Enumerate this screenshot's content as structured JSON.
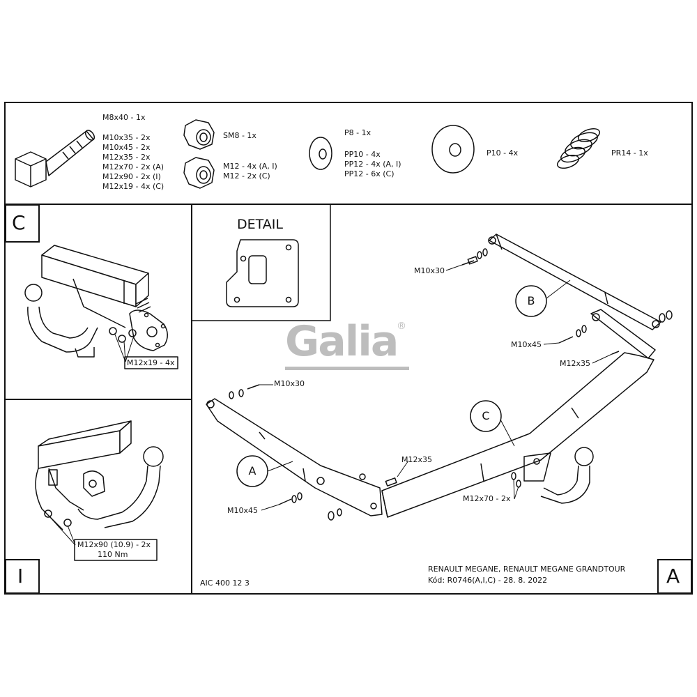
{
  "hardware": {
    "bolt": [
      "M8x40 - 1x",
      "M10x35 - 2x",
      "M10x45 - 2x",
      "M12x35 - 2x",
      "M12x70 - 2x (A)",
      "M12x90 - 2x (I)",
      "M12x19 - 4x (C)"
    ],
    "nut_sm8": "SM8 - 1x",
    "nut_m12": [
      "M12 - 4x (A, I)",
      "M12 - 2x (C)"
    ],
    "washer_p8": [
      "P8 - 1x",
      "PP10 - 4x",
      "PP12 - 4x (A, I)",
      "PP12 - 6x (C)"
    ],
    "washer_p10": "P10 - 4x",
    "spring": "PR14 - 1x"
  },
  "panel_c": {
    "letter": "C",
    "callout": "M12x19 - 4x"
  },
  "panel_i": {
    "letter": "I",
    "callout": [
      "M12x90 (10.9) - 2x",
      "110 Nm"
    ]
  },
  "detail": {
    "title": "DETAIL"
  },
  "logo": {
    "text": "Galia",
    "mark": "®"
  },
  "main": {
    "callouts": {
      "m10x30_top": "M10x30",
      "m10x45_right": "M10x45",
      "m12x35_right": "M12x35",
      "m10x30_left": "M10x30",
      "m12x35_mid": "M12x35",
      "m10x45_left": "M10x45",
      "m12x70": "M12x70 - 2x"
    },
    "part_labels": {
      "a": "A",
      "b": "B",
      "c": "C"
    },
    "code": "AIC 400 12 3",
    "vehicle": "RENAULT MEGANE, RENAULT MEGANE GRANDTOUR",
    "kod": "Kód: R0746(A,I,C) - 28. 8. 2022",
    "corner_letter": "A"
  }
}
